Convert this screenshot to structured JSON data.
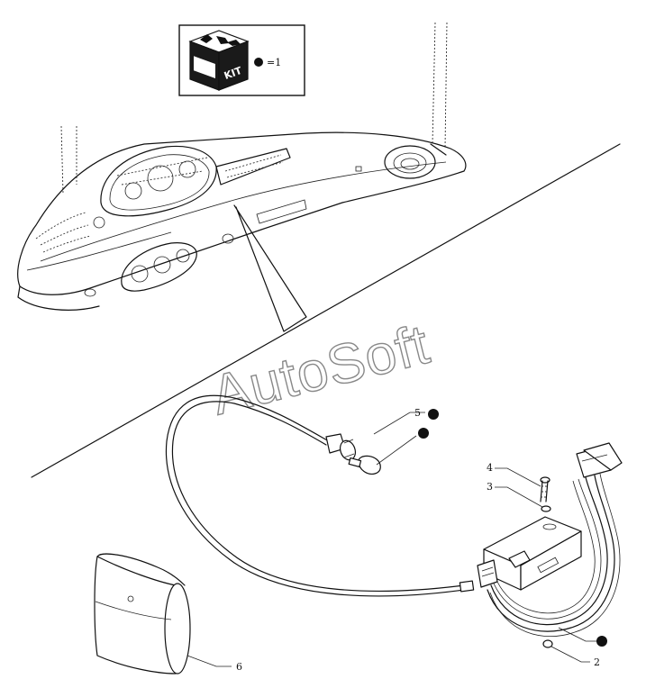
{
  "kit_legend": {
    "badge_text_left": "KIT",
    "badge_text_right": "KIT",
    "equation": "=1"
  },
  "watermark": "AutoSoft",
  "callouts": [
    {
      "number": "5",
      "kit": true
    },
    {
      "number": "4",
      "kit": false
    },
    {
      "number": "3",
      "kit": false
    },
    {
      "number": "2",
      "kit": false
    },
    {
      "number": "6",
      "kit": false
    }
  ]
}
